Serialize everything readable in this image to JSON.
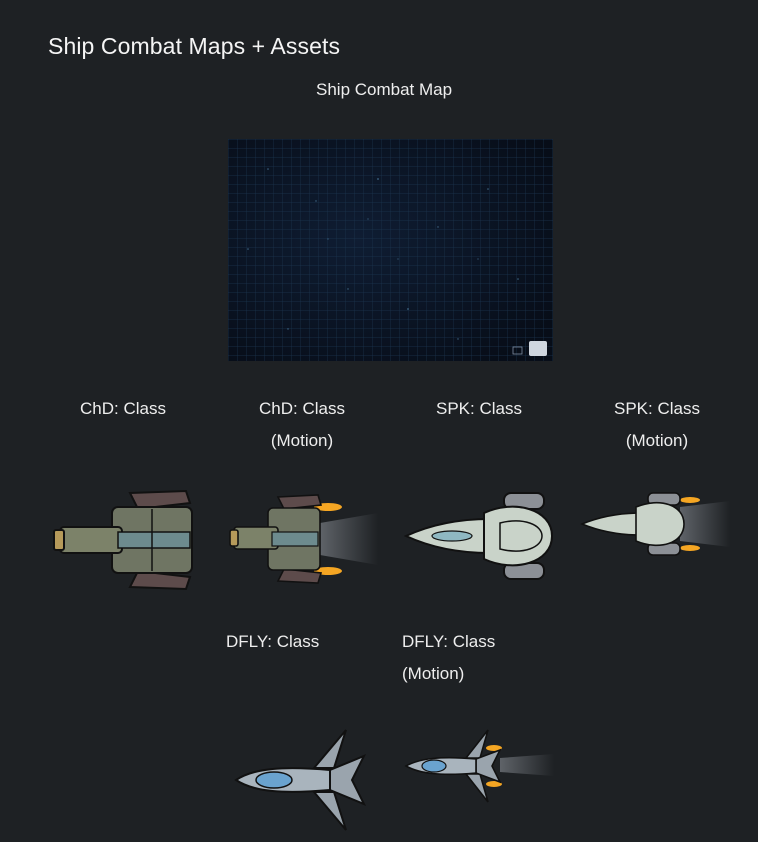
{
  "page": {
    "title": "Ship Combat Maps + Assets"
  },
  "map": {
    "label": "Ship Combat Map"
  },
  "ships": [
    {
      "line1": "ChD: Class",
      "line2": "",
      "icon": "chd-class-ship-icon"
    },
    {
      "line1": "ChD: Class",
      "line2": "(Motion)",
      "icon": "chd-class-motion-ship-icon"
    },
    {
      "line1": "SPK: Class",
      "line2": "",
      "icon": "spk-class-ship-icon"
    },
    {
      "line1": "SPK: Class",
      "line2": "(Motion)",
      "icon": "spk-class-motion-ship-icon"
    },
    {
      "line1": "DFLY: Class",
      "line2": "",
      "icon": "dfly-class-ship-icon"
    },
    {
      "line1": "DFLY: Class",
      "line2": "(Motion)",
      "icon": "dfly-class-motion-ship-icon"
    }
  ],
  "colors": {
    "background": "#1e2124",
    "map_background": "#0b1424",
    "map_grid": "#1c3550",
    "thruster": "#f5a623"
  }
}
